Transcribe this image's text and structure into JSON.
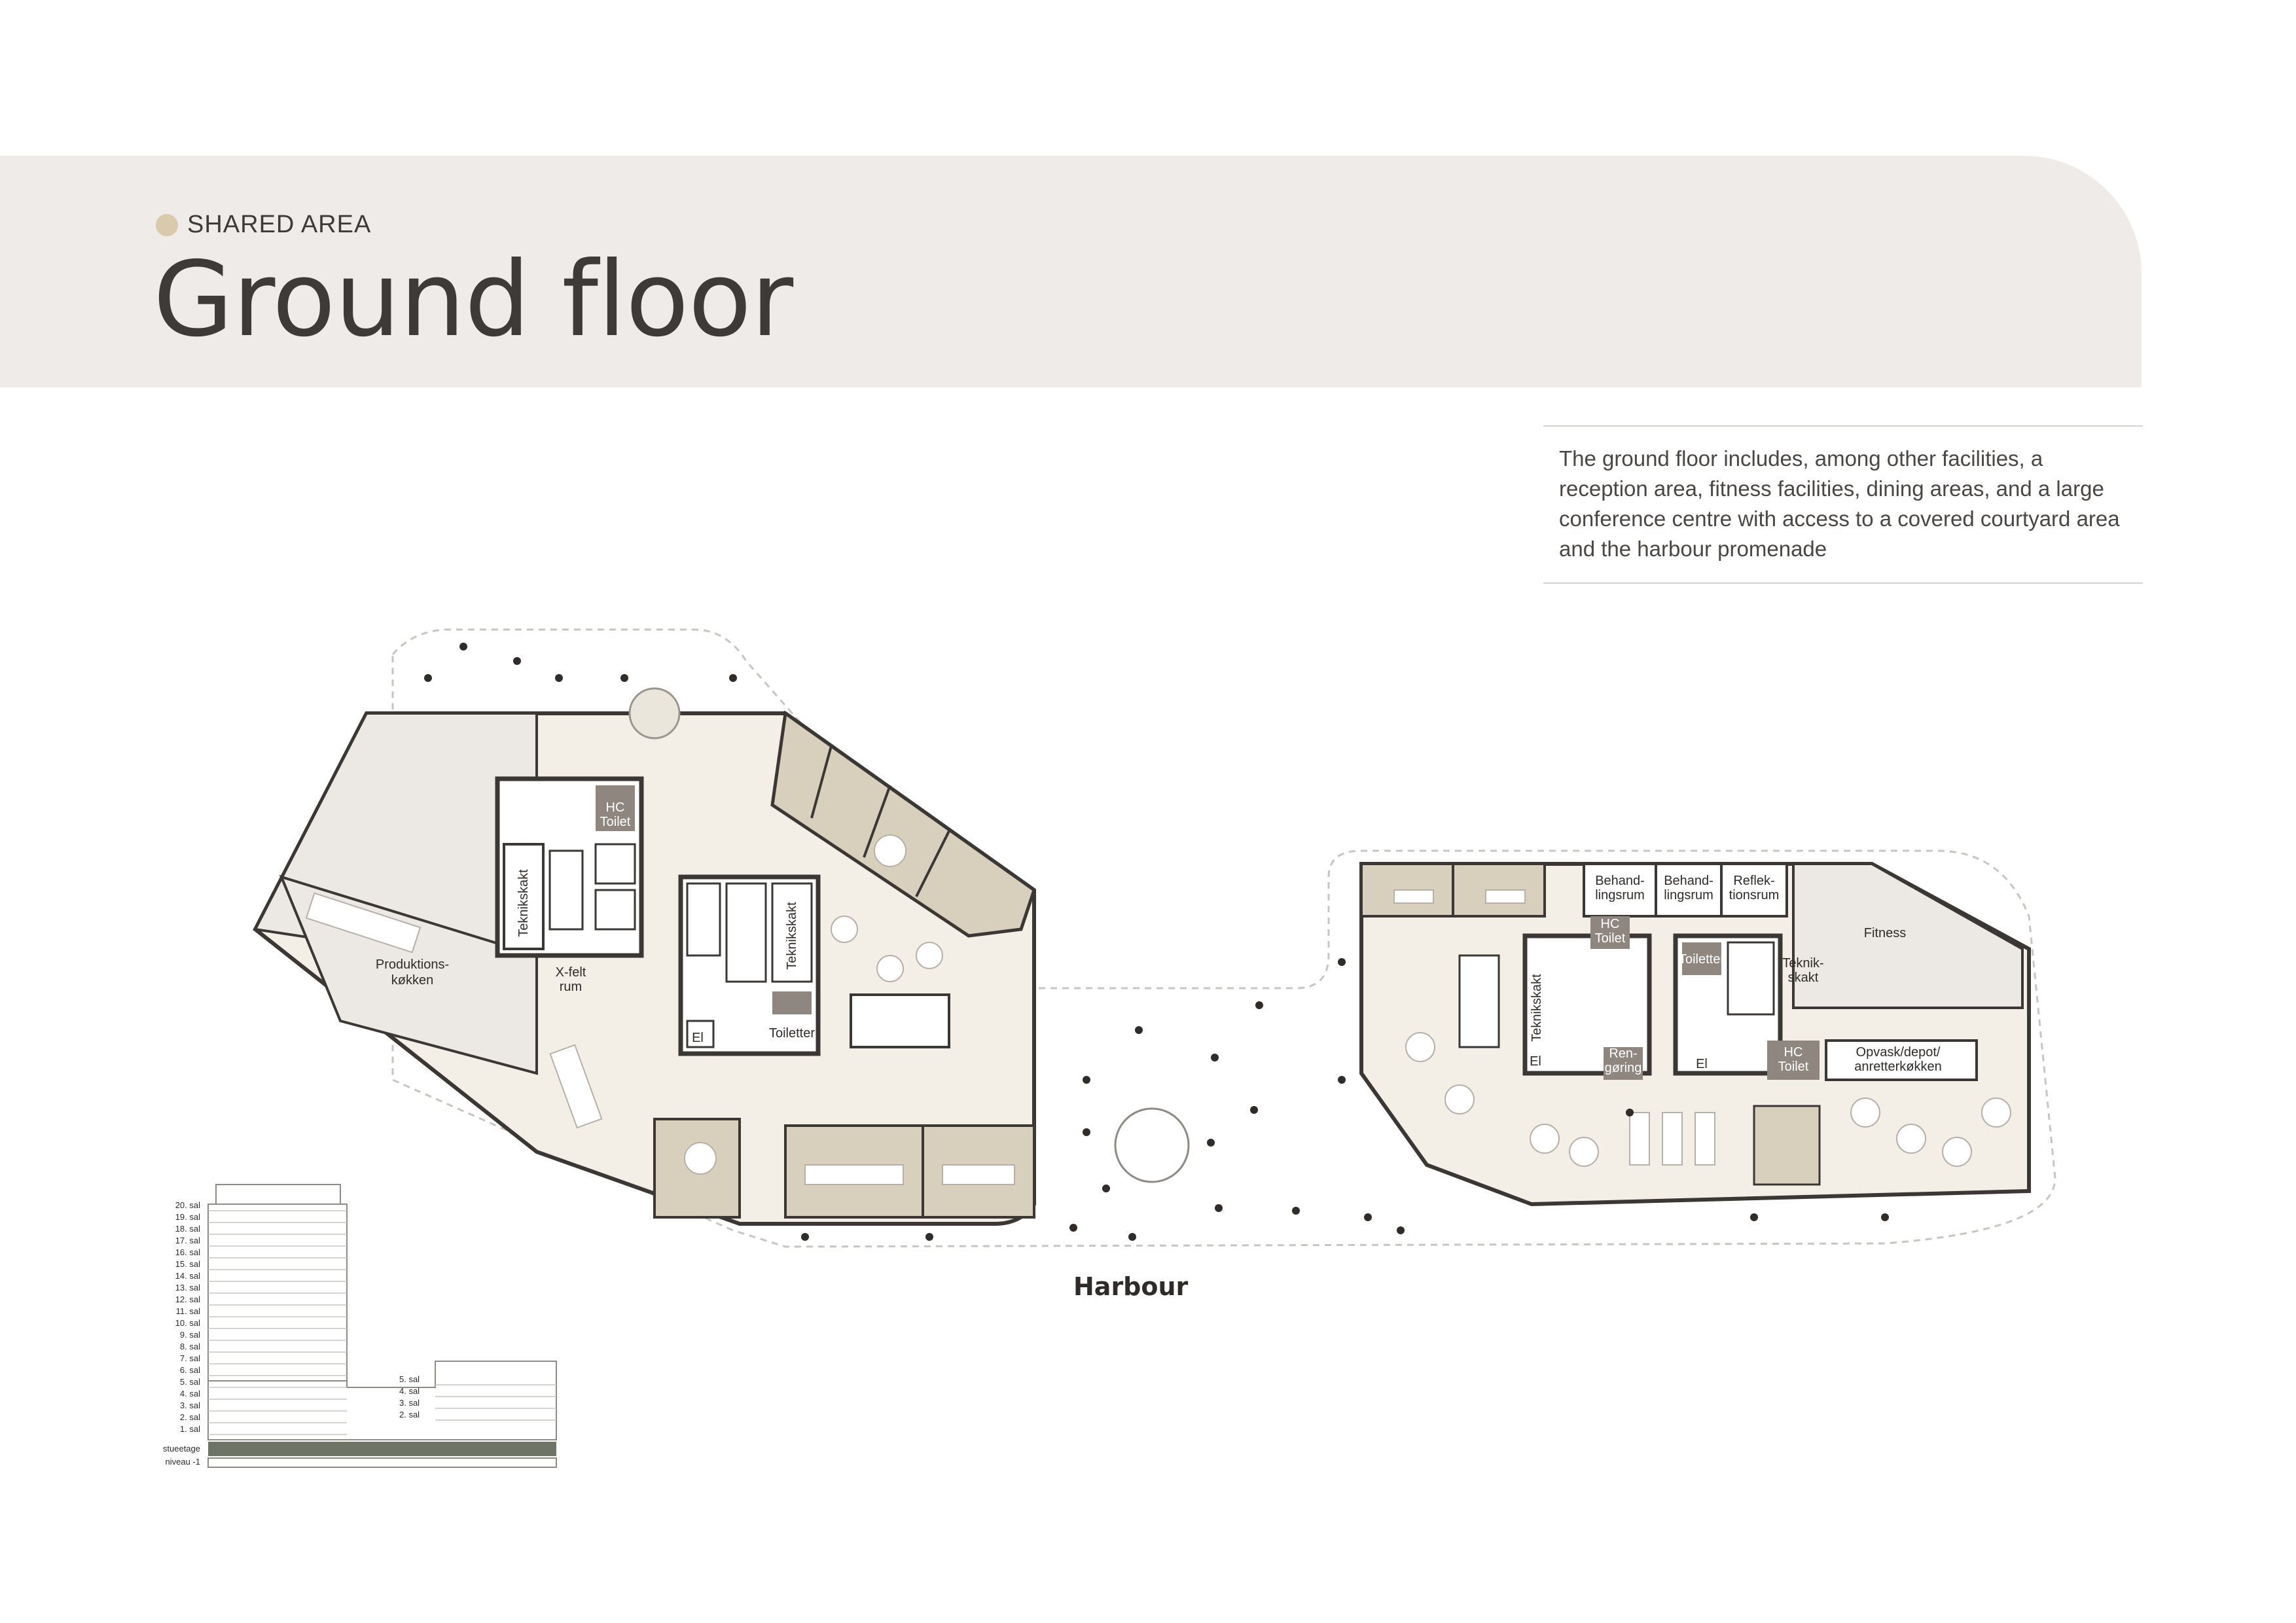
{
  "header": {
    "eyebrow": "SHARED AREA",
    "title": "Ground floor"
  },
  "description": "The ground floor includes, among other facilities, a reception area, fitness facilities, dining areas, and a large conference centre with access to a covered courtyard area and the harbour promenade",
  "plan": {
    "harbour_label": "Harbour",
    "rooms": {
      "hc_toilet_1_a": "HC",
      "hc_toilet_1_b": "Toilet",
      "teknikskakt_1": "Teknikskakt",
      "teknikskakt_2": "Teknikskakt",
      "produktions_a": "Produktions-",
      "produktions_b": "køkken",
      "xfelt_a": "X-felt",
      "xfelt_b": "rum",
      "el_1": "El",
      "toiletter_1": "Toiletter",
      "behand1_a": "Behand-",
      "behand1_b": "lingsrum",
      "behand2_a": "Behand-",
      "behand2_b": "lingsrum",
      "reflek_a": "Reflek-",
      "reflek_b": "tionsrum",
      "hc_toilet_2_a": "HC",
      "hc_toilet_2_b": "Toilet",
      "fitness": "Fitness",
      "teknikskakt_3": "Teknikskakt",
      "toiletter_2": "Toiletter",
      "teknik_a": "Teknik-",
      "teknik_b": "skakt",
      "el_2": "El",
      "ren_a": "Ren-",
      "ren_b": "gøring",
      "el_3": "El",
      "hc_toilet_3_a": "HC",
      "hc_toilet_3_b": "Toilet",
      "opvask_a": "Opvask/depot/",
      "opvask_b": "anretterkøkken"
    }
  },
  "section": {
    "floors_tower": [
      "20. sal",
      "19. sal",
      "18. sal",
      "17. sal",
      "16. sal",
      "15. sal",
      "14. sal",
      "13. sal",
      "12. sal",
      "11. sal",
      "10. sal",
      "9. sal",
      "8. sal",
      "7. sal",
      "6. sal",
      "5. sal",
      "4. sal",
      "3. sal",
      "2. sal",
      "1. sal",
      "stueetage",
      "niveau -1"
    ],
    "floors_low": [
      "5. sal",
      "4. sal",
      "3. sal",
      "2. sal"
    ],
    "highlight_color": "#6f7566"
  },
  "colors": {
    "band": "#eeebe8",
    "accent_beige": "#d9c9ad",
    "floor_fill": "#f3efe6",
    "room_tan": "#d8cfbd",
    "wet_room": "#8f8680",
    "wall": "#3a3735"
  }
}
